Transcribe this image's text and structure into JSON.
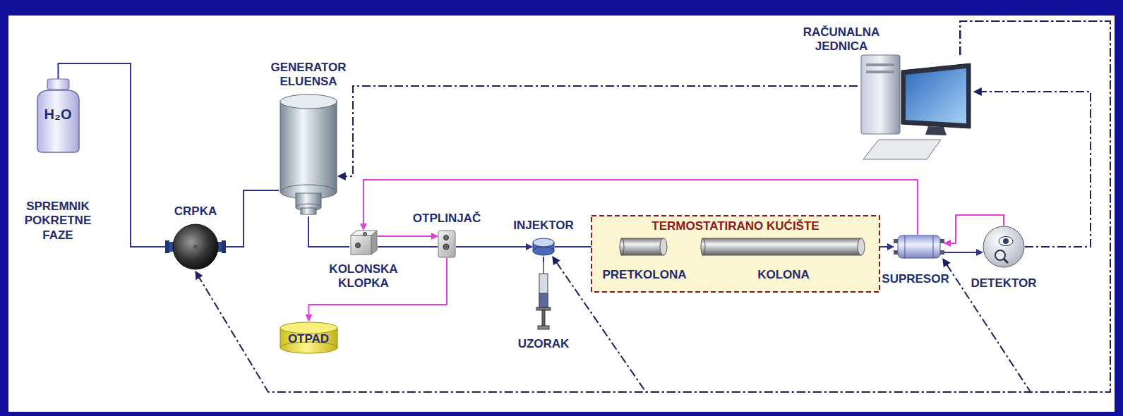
{
  "diagram": {
    "nodes": [
      {
        "text": [
          "H₂O",
          "SPREMNIK POKRETNE FAZE"
        ]
      },
      {
        "text": [
          "CRPKA"
        ]
      },
      {
        "text": [
          "GENERATOR ELUENSA"
        ]
      },
      {
        "text": [
          "KOLONSKA KLOPKA"
        ]
      },
      {
        "text": [
          "OTPLINJAČ"
        ]
      },
      {
        "text": [
          "OTPAD"
        ]
      },
      {
        "text": [
          "INJEKTOR"
        ]
      },
      {
        "text": [
          "UZORAK"
        ]
      },
      {
        "text": [
          "TERMOSTATIRANO KUĆIŠTE"
        ]
      },
      {
        "text": [
          "PRETKOLONA"
        ],
        "in": 8
      },
      {
        "text": [
          "KOLONA"
        ],
        "in": 8
      },
      {
        "text": [
          "SUPRESOR"
        ]
      },
      {
        "text": [
          "DETEKTOR"
        ]
      },
      {
        "text": [
          "RAČUNALNA JEDNICA"
        ]
      }
    ],
    "edges": [
      {
        "from": 0,
        "to": 1,
        "arrow": "none"
      },
      {
        "from": 1,
        "to": 2,
        "arrow": "none"
      },
      {
        "from": 2,
        "to": 3,
        "arrow": "none"
      },
      {
        "from": 3,
        "to": 4,
        "arrow": "none"
      },
      {
        "from": 4,
        "to": 6,
        "arrow": "to"
      },
      {
        "from": 6,
        "to": 9,
        "arrow": "to"
      },
      {
        "from": 9,
        "to": 10,
        "arrow": "to"
      },
      {
        "from": 10,
        "to": 11,
        "arrow": "to"
      },
      {
        "from": 11,
        "to": 12,
        "arrow": "to"
      },
      {
        "from": 12,
        "to": 11,
        "arrow": "to"
      },
      {
        "from": 11,
        "to": 3,
        "arrow": "to"
      },
      {
        "from": 3,
        "to": 4,
        "arrow": "to"
      },
      {
        "from": 4,
        "to": 5,
        "arrow": "to"
      },
      {
        "from": 7,
        "to": 6,
        "arrow": "none"
      },
      {
        "from": 13,
        "to": 2,
        "arrow": "to"
      },
      {
        "from": 12,
        "to": 13,
        "arrow": "to"
      },
      {
        "from": 13,
        "to": 1,
        "arrow": "to"
      },
      {
        "from": 13,
        "to": 6,
        "arrow": "to"
      },
      {
        "from": 13,
        "to": 11,
        "arrow": "to"
      }
    ]
  }
}
